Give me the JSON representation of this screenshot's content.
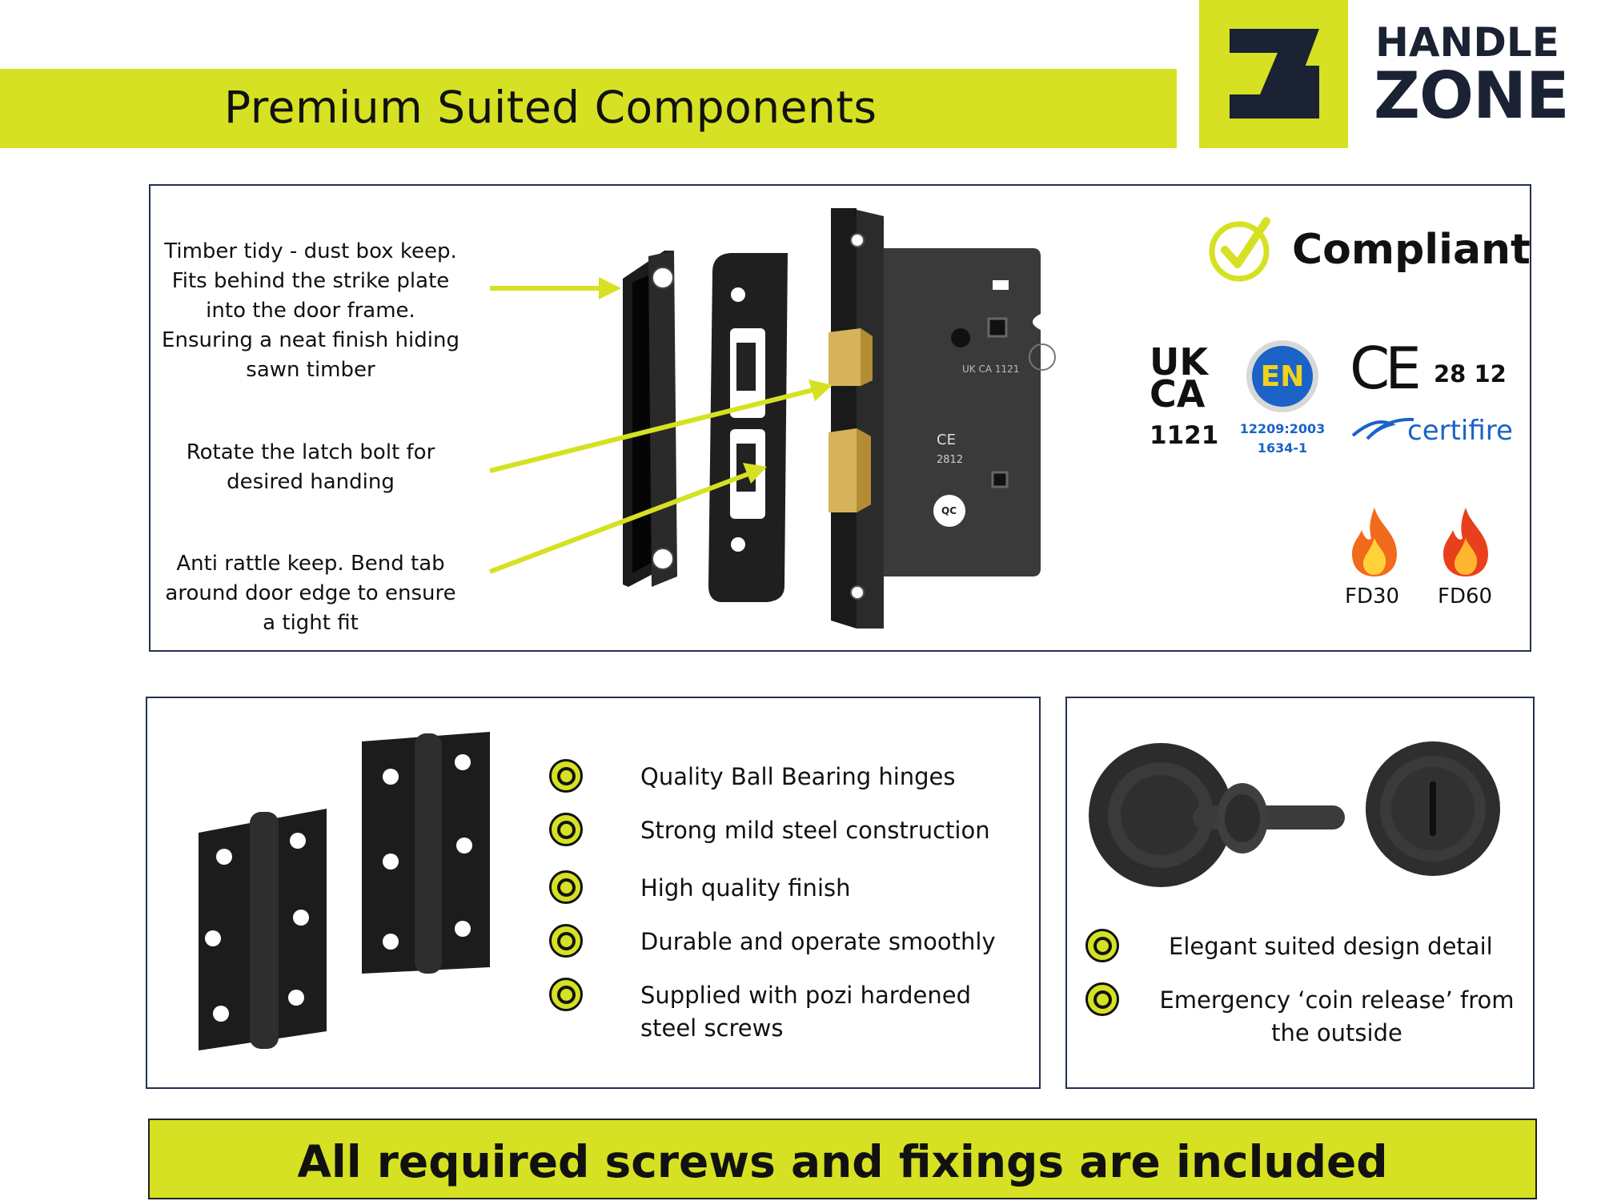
{
  "header": {
    "title": "Premium Suited Components",
    "brand_line1": "HANDLE",
    "brand_line2": "ZONE"
  },
  "lock_panel": {
    "callouts": [
      "Timber tidy - dust box keep. Fits behind the strike plate into the door frame. Ensuring a neat finish hiding sawn timber",
      "Rotate the latch bolt for desired handing",
      "Anti rattle keep. Bend tab around door edge to ensure a tight fit"
    ],
    "compliance": {
      "heading": "Compliant",
      "ukca_top": "UK",
      "ukca_bottom": "CA",
      "ukca_number": "1121",
      "en_badge": "EN",
      "en_standards_line1": "12209:2003",
      "en_standards_line2": "1634-1",
      "ce_mark": "CE",
      "ce_number": "28 12",
      "certifire": "certifire",
      "fire_ratings": [
        "FD30",
        "FD60"
      ]
    },
    "lock_body_marks": {
      "ukca": "UK CA 1121",
      "ce": "CE",
      "ce_number": "2812",
      "qc": "QC"
    }
  },
  "hinge_panel": {
    "features": [
      "Quality Ball Bearing hinges",
      "Strong mild steel construction",
      "High quality finish",
      "Durable and operate smoothly",
      "Supplied with pozi hardened steel screws"
    ]
  },
  "turn_panel": {
    "features": [
      "Elegant suited design detail",
      "Emergency ‘coin release’ from the outside"
    ]
  },
  "footer": {
    "text": "All required screws and fixings are included"
  },
  "colors": {
    "accent": "#d5e122",
    "navy": "#1a2233",
    "panel_border": "#233050",
    "fire_orange": "#f26a1b",
    "en_blue": "#1b63c6"
  }
}
